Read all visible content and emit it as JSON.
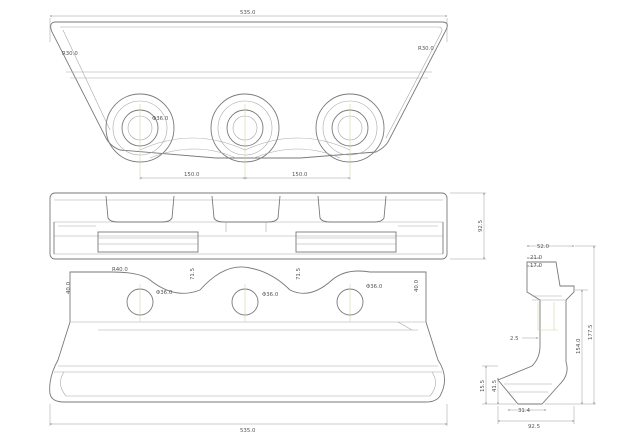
{
  "top_view": {
    "width": "535.0",
    "radius_left": "R30.0",
    "radius_right": "R30.0",
    "hole_dia": "Φ36.0",
    "spacing_left": "150.0",
    "spacing_right": "150.0"
  },
  "front_view": {
    "height": "92.5"
  },
  "bottom_view": {
    "radius": "R40.0",
    "left_height": "40.0",
    "right_height": "40.0",
    "dim_mid_left": "71.5",
    "dim_mid_right": "71.5",
    "hole_dia_1": "Φ36.0",
    "hole_dia_2": "Φ36.0",
    "hole_dia_3": "Φ36.0",
    "width": "535.0"
  },
  "side_view": {
    "top_width": "52.0",
    "dim_21": "21.0",
    "dim_17": "17.0",
    "dim_25": "2.5",
    "height_inner": "154.0",
    "height_total": "177.5",
    "dim_155": "15.5",
    "dim_415": "41.5",
    "dim_314": "31.4",
    "bottom_width": "92.5"
  }
}
